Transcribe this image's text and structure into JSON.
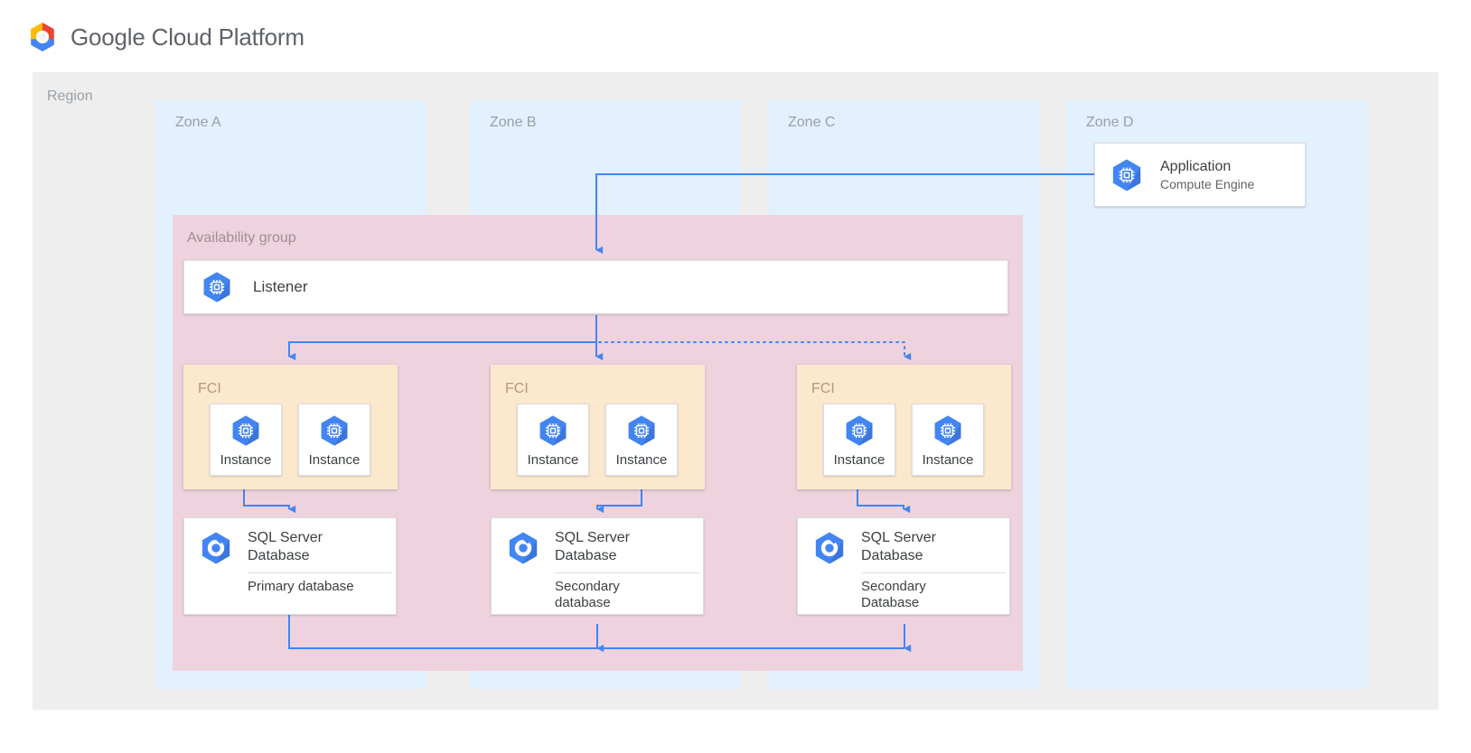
{
  "header": {
    "brand": "Google Cloud Platform",
    "logo_icon": "google-cloud-logo"
  },
  "region": {
    "label": "Region"
  },
  "zones": [
    {
      "id": "zone-a",
      "label": "Zone A"
    },
    {
      "id": "zone-b",
      "label": "Zone B"
    },
    {
      "id": "zone-c",
      "label": "Zone C"
    },
    {
      "id": "zone-d",
      "label": "Zone D"
    }
  ],
  "application": {
    "title": "Application",
    "subtitle": "Compute Engine",
    "icon": "compute-engine-icon"
  },
  "availability_group": {
    "label": "Availability group",
    "listener": {
      "title": "Listener",
      "icon": "compute-engine-icon"
    }
  },
  "fci_groups": [
    {
      "id": "fci-a",
      "label": "FCI",
      "instances": [
        {
          "label": "Instance",
          "icon": "compute-engine-icon"
        },
        {
          "label": "Instance",
          "icon": "compute-engine-icon"
        }
      ]
    },
    {
      "id": "fci-b",
      "label": "FCI",
      "instances": [
        {
          "label": "Instance",
          "icon": "compute-engine-icon"
        },
        {
          "label": "Instance",
          "icon": "compute-engine-icon"
        }
      ]
    },
    {
      "id": "fci-c",
      "label": "FCI",
      "instances": [
        {
          "label": "Instance",
          "icon": "compute-engine-icon"
        },
        {
          "label": "Instance",
          "icon": "compute-engine-icon"
        }
      ]
    }
  ],
  "databases": [
    {
      "id": "db-a",
      "title_line1": "SQL Server",
      "title_line2": "Database",
      "role_line1": "Primary database",
      "role_line2": "",
      "icon": "sql-server-database-icon"
    },
    {
      "id": "db-b",
      "title_line1": "SQL Server",
      "title_line2": "Database",
      "role_line1": "Secondary",
      "role_line2": "database",
      "icon": "sql-server-database-icon"
    },
    {
      "id": "db-c",
      "title_line1": "SQL Server",
      "title_line2": "Database",
      "role_line1": "Secondary",
      "role_line2": "Database",
      "icon": "sql-server-database-icon"
    }
  ],
  "colors": {
    "connector_blue": "#4285f4",
    "gcp_blue": "#4285f4",
    "region_grey": "#eeeeee",
    "zone_blue": "#e3f0fd",
    "availability_pink": "#eed3de",
    "fci_orange": "#fce8cd",
    "label_grey": "#9aa0a6",
    "text_dark": "#3c4043"
  },
  "connectors": [
    {
      "name": "application-to-listener",
      "style": "solid",
      "direction": "down"
    },
    {
      "name": "listener-to-fci-a",
      "style": "solid",
      "direction": "down"
    },
    {
      "name": "listener-to-fci-b",
      "style": "solid",
      "direction": "down"
    },
    {
      "name": "listener-to-fci-c",
      "style": "dotted",
      "direction": "down"
    },
    {
      "name": "fci-a-to-db-a",
      "style": "solid",
      "direction": "down"
    },
    {
      "name": "fci-b-to-db-b",
      "style": "solid",
      "direction": "down"
    },
    {
      "name": "fci-c-to-db-c",
      "style": "solid",
      "direction": "down"
    },
    {
      "name": "db-a-replication-to-db-b",
      "style": "solid",
      "direction": "up"
    },
    {
      "name": "db-a-replication-to-db-c",
      "style": "solid",
      "direction": "up"
    }
  ]
}
